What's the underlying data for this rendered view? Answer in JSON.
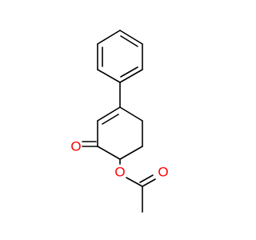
{
  "molecule": {
    "atoms": {
      "ketone_oxygen": "O",
      "ester_oxygen": "O",
      "carbonyl_oxygen": "O"
    },
    "colors": {
      "bond": "#000000",
      "oxygen": "#ff0000",
      "background": "#ffffff"
    }
  }
}
